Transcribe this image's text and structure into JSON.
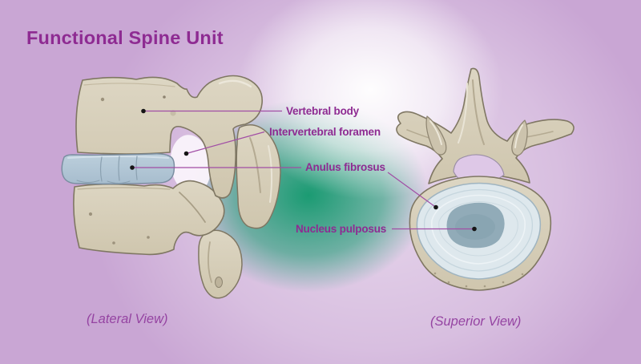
{
  "title": "Functional Spine Unit",
  "annotations": {
    "labels": [
      {
        "text": "Vertebral body"
      },
      {
        "text": "Intervertebral foramen"
      },
      {
        "text": "Anulus fibrosus"
      },
      {
        "text": "Nucleus pulposus"
      }
    ]
  },
  "views": {
    "lateral": {
      "caption": "(Lateral View)"
    },
    "superior": {
      "caption": "(Superior View)"
    }
  },
  "colors": {
    "background_lavender": "#c9a6d4",
    "center_glow_white": "#ffffff",
    "glow_green": "#10986c",
    "title_purple": "#8e2b92",
    "label_purple": "#8e2b92",
    "caption_purple": "#9544a2",
    "leader_line_purple": "#a14ea5",
    "pointer_dot_black": "#151515",
    "bone_beige": "#d7cfba",
    "bone_outline": "#7f7763",
    "disc_blue_gray": "#b0c4d3",
    "anulus_light_blue": "#dee8ed",
    "nucleus_blue_gray": "#91abb8",
    "vertebral_foramen_lavender": "#dec8e7"
  }
}
